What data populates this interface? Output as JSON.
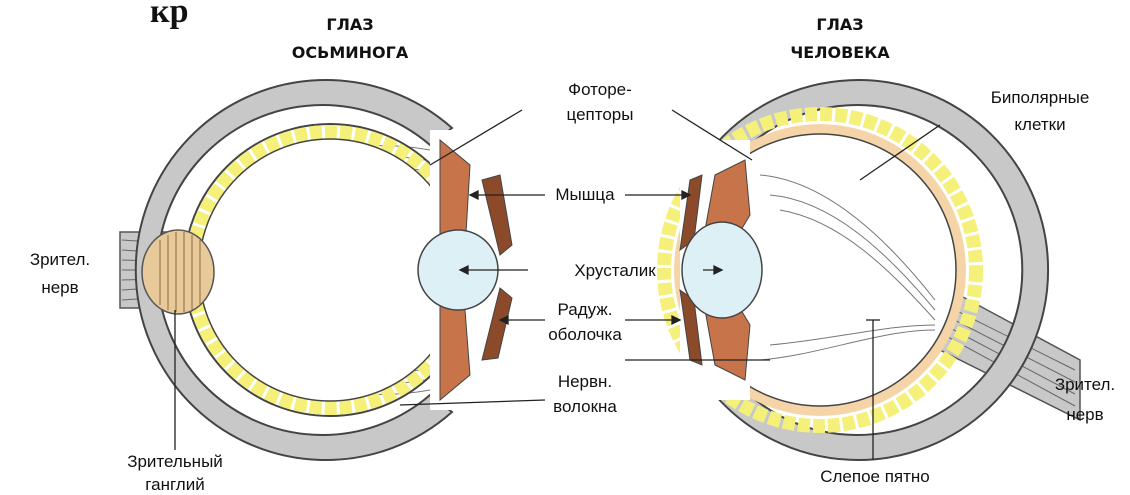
{
  "header_fragment": "кр",
  "octopus": {
    "title_line1": "ГЛАЗ",
    "title_line2": "ОСЬМИНОГА",
    "nerve_line1": "Зрител.",
    "nerve_line2": "нерв",
    "ganglion_line1": "Зрительный",
    "ganglion_line2": "ганглий"
  },
  "human": {
    "title_line1": "ГЛАЗ",
    "title_line2": "ЧЕЛОВЕКА",
    "bipolar_line1": "Биполярные",
    "bipolar_line2": "клетки",
    "nerve_line1": "Зрител.",
    "nerve_line2": "нерв",
    "blind_spot": "Слепое пятно"
  },
  "center_labels": {
    "photoreceptors_line1": "Фоторе-",
    "photoreceptors_line2": "цепторы",
    "muscle": "Мышца",
    "lens": "Хрусталик",
    "iris_line1": "Радуж.",
    "iris_line2": "оболочка",
    "fibers_line1": "Нервн.",
    "fibers_line2": "волокна"
  },
  "colors": {
    "sclera": "#c8c8c8",
    "retina_cells": "#f5f07a",
    "bipolar_layer": "#f5d5a8",
    "muscle": "#c8744a",
    "iris": "#8b4a2a",
    "lens": "#ddf0f6",
    "ganglion": "#e8c99a"
  }
}
